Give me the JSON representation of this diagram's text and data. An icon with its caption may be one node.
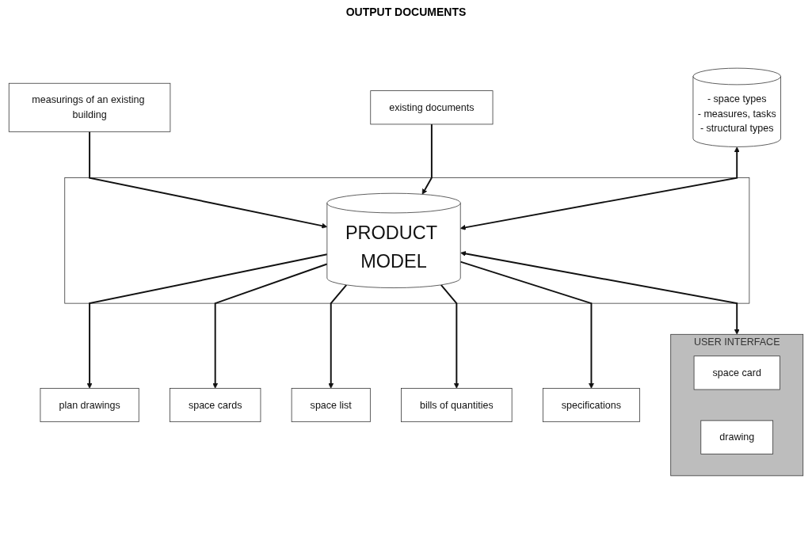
{
  "diagram": {
    "nodes": [
      {
        "text": [
          "measurings of an existing building"
        ]
      },
      {
        "text": [
          "existing documents"
        ]
      },
      {
        "text": [],
        "shape": "box"
      },
      {
        "text": [
          "PRODUCT MODEL"
        ],
        "in": 2
      },
      {
        "text": [
          "- space types",
          "- measures, tasks",
          "- structural types"
        ]
      },
      {
        "text": [
          "USER INTERFACE"
        ]
      },
      {
        "text": [
          "space card"
        ],
        "in": 5
      },
      {
        "text": [
          "drawing"
        ],
        "in": 5
      },
      {
        "text": [
          "plan drawings"
        ]
      },
      {
        "text": [
          "space cards"
        ]
      },
      {
        "text": [
          "space list"
        ]
      },
      {
        "text": [
          "bills of quantities"
        ]
      },
      {
        "text": [
          "specifications"
        ]
      }
    ],
    "edges": [
      {
        "from": 0,
        "to": 3,
        "arrow": "to"
      },
      {
        "from": 1,
        "to": 3,
        "arrow": "to"
      },
      {
        "from": 4,
        "to": 3,
        "arrow": "both"
      },
      {
        "from": 3,
        "to": 5,
        "arrow": "both"
      },
      {
        "from": 3,
        "to": 8,
        "arrow": "to"
      },
      {
        "from": 3,
        "to": 9,
        "arrow": "to"
      },
      {
        "from": 3,
        "to": 10,
        "arrow": "to"
      },
      {
        "from": 3,
        "to": 11,
        "arrow": "to"
      },
      {
        "from": 3,
        "to": 12,
        "arrow": "to"
      }
    ],
    "labels": [
      "OUTPUT DOCUMENTS"
    ]
  }
}
